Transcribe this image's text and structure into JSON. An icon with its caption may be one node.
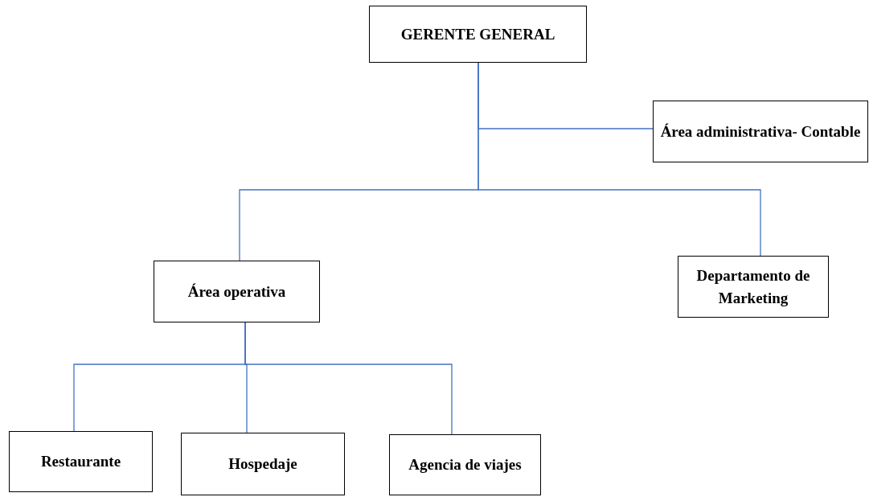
{
  "diagram": {
    "nodes": [
      {
        "text": [
          "GERENTE GENERAL"
        ]
      },
      {
        "text": [
          "Área administrativa- Contable"
        ]
      },
      {
        "text": [
          "Área operativa"
        ]
      },
      {
        "text": [
          "Departamento de Marketing"
        ]
      },
      {
        "text": [
          "Restaurante"
        ]
      },
      {
        "text": [
          "Hospedaje"
        ]
      },
      {
        "text": [
          "Agencia de viajes"
        ]
      }
    ],
    "edges": [
      {
        "from": 0,
        "to": 1,
        "arrow": "none"
      },
      {
        "from": 0,
        "to": 2,
        "arrow": "none"
      },
      {
        "from": 0,
        "to": 3,
        "arrow": "none"
      },
      {
        "from": 2,
        "to": 4,
        "arrow": "none"
      },
      {
        "from": 2,
        "to": 5,
        "arrow": "none"
      },
      {
        "from": 2,
        "to": 6,
        "arrow": "none"
      }
    ]
  }
}
